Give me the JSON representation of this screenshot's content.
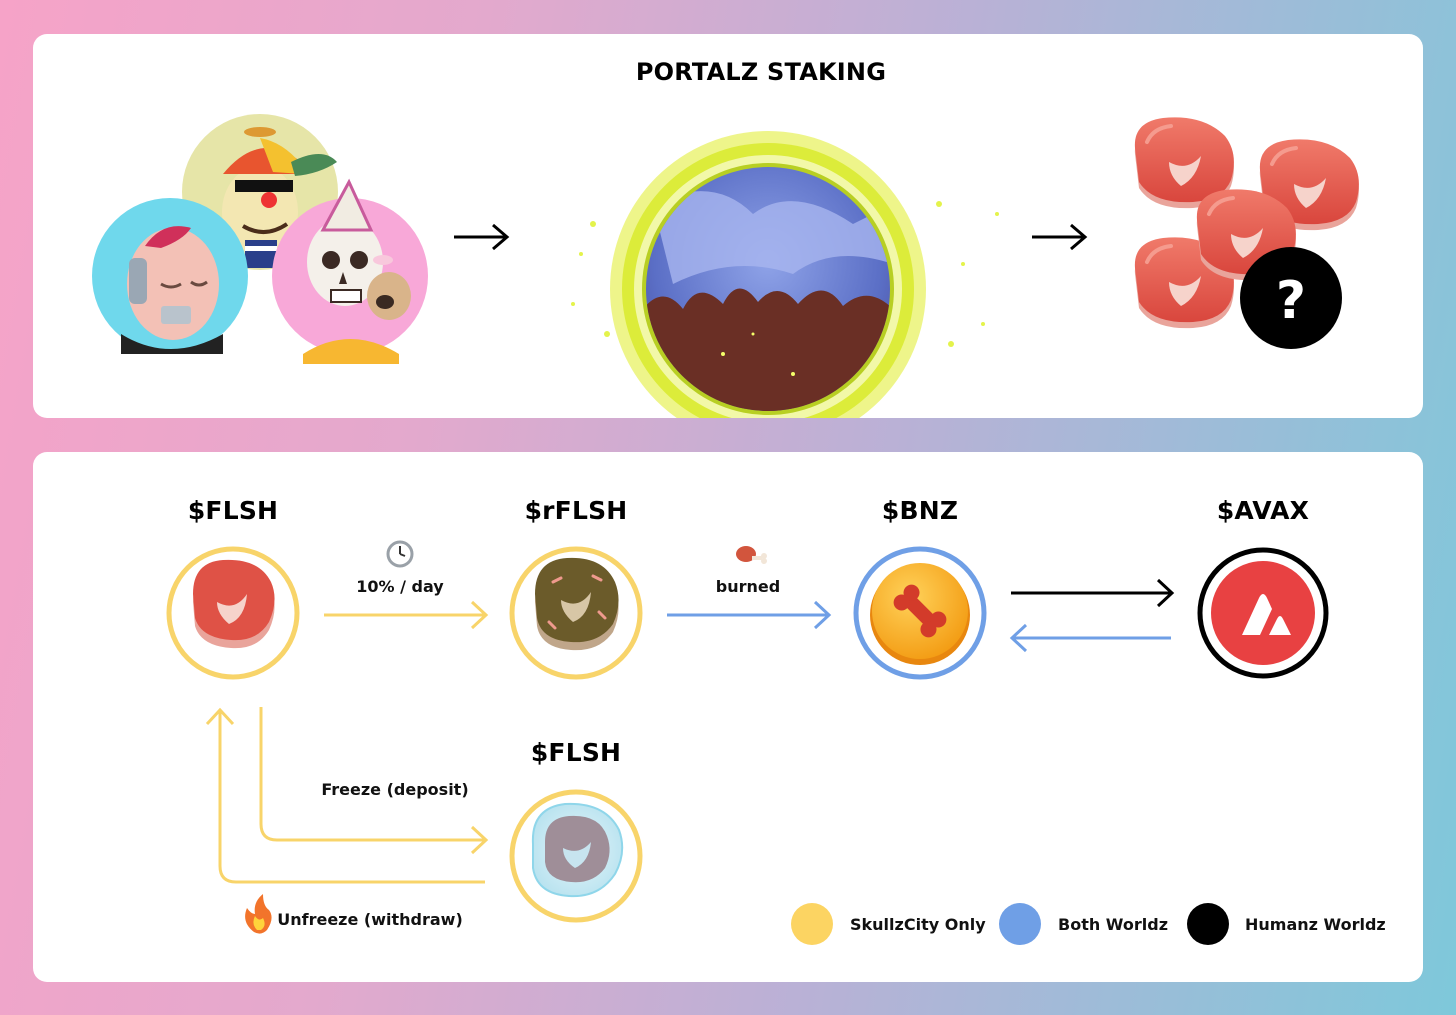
{
  "top": {
    "title": "PORTALZ STAKING",
    "mystery_symbol": "?"
  },
  "tokens": {
    "flsh": "$FLSH",
    "rflsh": "$rFLSH",
    "bnz": "$BNZ",
    "avax": "$AVAX",
    "flsh_frozen": "$FLSH"
  },
  "edges": {
    "rate": "10% / day",
    "burned": "burned",
    "freeze": "Freeze (deposit)",
    "unfreeze": "Unfreeze (withdraw)"
  },
  "legend": [
    {
      "label": "SkullzCity Only",
      "color": "#fcd462"
    },
    {
      "label": "Both Worldz",
      "color": "#6f9fe6"
    },
    {
      "label": "Humanz Worldz",
      "color": "#000000"
    }
  ],
  "colors": {
    "skullz": "#f8d46a",
    "both": "#6f9fe6",
    "humanz": "#000000",
    "meat": "#e65a4e",
    "avax": "#e84142",
    "portal": "#e4f34b"
  }
}
